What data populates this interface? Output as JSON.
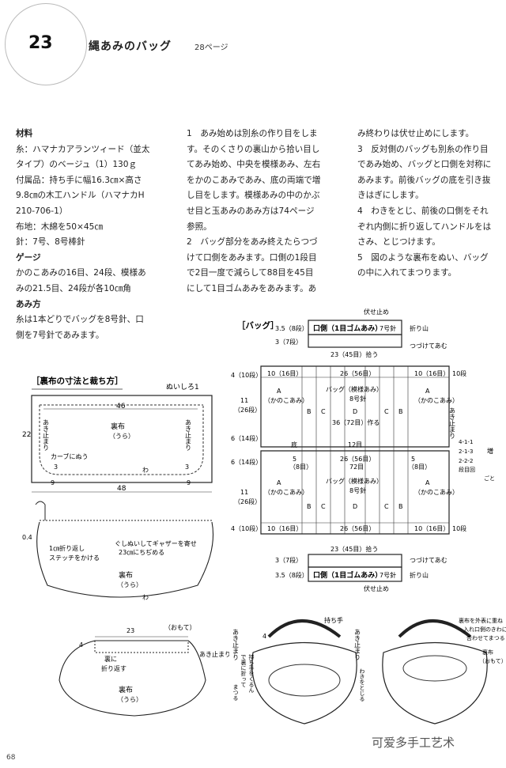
{
  "header": {
    "number": "23",
    "title": "縄あみのバッグ",
    "page_ref": "28ページ"
  },
  "col1": [
    {
      "t": "材料",
      "bold": true
    },
    {
      "t": "糸：ハマナカアランツィード（並太"
    },
    {
      "t": "タイプ）のベージュ（1）130ｇ"
    },
    {
      "t": "付属品：持ち手に幅16.3㎝×高さ"
    },
    {
      "t": "9.8㎝の木工ハンドル（ハマナカH"
    },
    {
      "t": "210-706-1）"
    },
    {
      "t": "布地：木綿を50×45㎝"
    },
    {
      "t": "針：7号、8号棒針"
    },
    {
      "t": "ゲージ",
      "bold": true
    },
    {
      "t": "かのこあみの16目、24段、模様あ"
    },
    {
      "t": "みの21.5目、24段が各10㎝角"
    },
    {
      "t": "あみ方",
      "bold": true
    },
    {
      "t": "糸は1本どりでバッグを8号針、口"
    },
    {
      "t": "側を7号針であみます。"
    }
  ],
  "col2": [
    "1　あみ始めは別糸の作り目をしま",
    "す。そのくさりの裏山から拾い目し",
    "てあみ始め、中央を模様あみ、左右",
    "をかのこあみであみ、底の両端で増",
    "し目をします。模様あみの中のかぶ",
    "せ目と玉あみのあみ方は74ページ",
    "参照。",
    "2　バッグ部分をあみ終えたらつづ",
    "けて口側をあみます。口側の1段目",
    "で2目一度で減らして88目を45目",
    "にして1目ゴムあみをあみます。あ"
  ],
  "col3": [
    "み終わりは伏せ止めにします。",
    "3　反対側のバッグも別糸の作り目",
    "であみ始め、バッグと口側を対称に",
    "あみます。前後バッグの底を引き抜",
    "きはぎにします。",
    "4　わきをとじ、前後の口側をそれ",
    "ぞれ内側に折り返してハンドルをは",
    "さみ、とじつけます。",
    "5　図のような裏布をぬい、バッグ",
    "の中に入れてまつります。"
  ],
  "lining": {
    "title": "［裏布の寸法と裁ち方］",
    "seam": "ぬいしろ1",
    "w46": "46",
    "w48": "48",
    "h22": "22",
    "akidomari": "あき止まり",
    "fabric": "裏布",
    "ura": "（うら）",
    "omote": "（おもて）",
    "curve": "カーブにぬう",
    "n3": "3",
    "n9": "9",
    "wa": "わ",
    "n04": "0.4",
    "fold1": "1㎝折り返し",
    "fold2": "ステッチをかける",
    "gather1": "ぐしぬいしてギャザーを寄せ",
    "gather2": "23㎝にちぢめる",
    "n23": "23",
    "n4": "4",
    "inner1": "裏に",
    "inner2": "折り返す"
  },
  "bag": {
    "title": "［バッグ］",
    "fuse": "伏せ止め",
    "kuchi": "口側（1目ゴムあみ）",
    "needle7": "7号針",
    "oriyama": "折り山",
    "h35": "3.5（8段）",
    "h3": "3（7段）",
    "w23": "23（45目）拾う",
    "tsuzukete": "つづけてあむ",
    "r10": "10（16目）",
    "w26": "26（56目）",
    "dan10": "10段",
    "a_label": "A",
    "kanoko": "（かのこあみ）",
    "pattern": "バッグ（模様あみ）",
    "needle8": "8号針",
    "sts72": "72目",
    "B": "B",
    "C": "C",
    "D": "D",
    "h4": "4（10段）",
    "h11": "11",
    "h26": "（26段）",
    "h6": "6（14段）",
    "w36": "36（72目）作る",
    "w12": "12目",
    "soko": "底",
    "n8": "8",
    "n8m": "（8目）",
    "n5": "5",
    "akidomari": "あき止まり",
    "inc1": "4-1-1",
    "inc2": "2-1-3",
    "inc3": "2-2-2",
    "inc4": "段目回",
    "masu": "増",
    "goto": "ごと",
    "n5m": "（8目）"
  },
  "finish": {
    "mochite": "持ち手",
    "n4": "4",
    "aki": "あき止まり",
    "mochi2": "持ち手をくるん",
    "mochi3": "で裏に折って",
    "mochi4": "まつる",
    "waki": "わきをとじる",
    "ura1": "裏布を外表に重ね",
    "ura2": "入れ口側のきわに",
    "ura3": "合わせてまつる",
    "ura4": "裏布",
    "ura5": "（おもて）"
  },
  "footer": {
    "page": "68",
    "watermark": "可爱多手工艺术"
  }
}
